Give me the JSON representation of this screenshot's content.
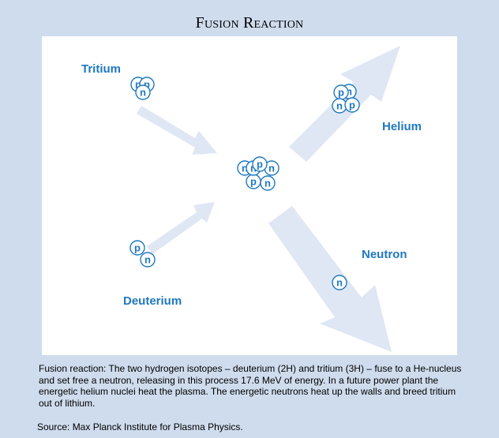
{
  "title": "Fusion Reaction",
  "labels": {
    "tritium": "Tritium",
    "helium": "Helium",
    "deuterium": "Deuterium",
    "neutron": "Neutron"
  },
  "particles": {
    "neutron": "n",
    "proton": "p"
  },
  "caption": "Fusion reaction: The two hydrogen isotopes  – deuterium (2H) and tritium (3H) – fuse to a He-nucleus and set free a neutron, releasing in this process 17.6 MeV of energy. In a future power plant the energetic helium nuclei heat the plasma. The energetic neutrons heat up the walls and breed tritium out of lithium.",
  "source": "Source: Max Planck Institute for Plasma Physics.",
  "colors": {
    "accent": "#1f78bf",
    "arrow": "#dfe7f4",
    "background": "#cfdced",
    "panel": "#ffffff"
  }
}
